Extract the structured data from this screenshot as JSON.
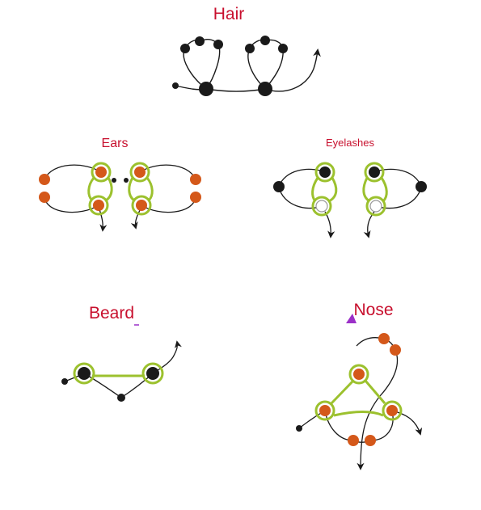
{
  "labels": {
    "hair": "Hair",
    "ears": "Ears",
    "eyelashes": "Eyelashes",
    "beard": "Beard",
    "nose": "Nose"
  },
  "colors": {
    "label": "#c8102e",
    "bead_black": "#1a1a1a",
    "bead_orange": "#d4581a",
    "thread_green": "#9cc12e",
    "thread_black": "#1a1a1a",
    "marker_purple": "#9b30c8"
  }
}
